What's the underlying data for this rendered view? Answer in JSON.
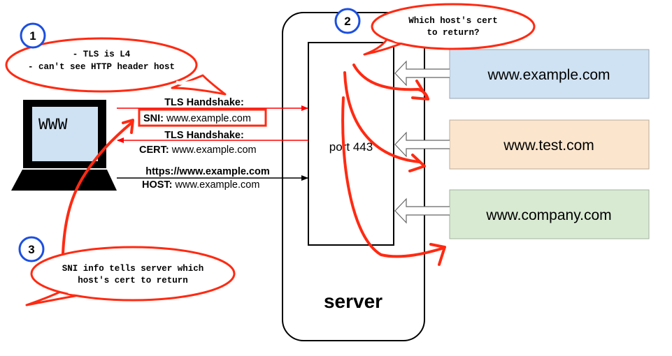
{
  "badges": {
    "one": "1",
    "two": "2",
    "three": "3"
  },
  "client": {
    "screen_text": "WWW"
  },
  "bubble_client": {
    "line1": "- TLS is L4",
    "line2": "- can't see HTTP header host"
  },
  "bubble_server": {
    "line1": "Which host's cert",
    "line2": "to return?"
  },
  "bubble_sni": {
    "line1": "SNI info tells server which",
    "line2": "host's cert to return"
  },
  "messages": {
    "handshake1_title": "TLS Handshake:",
    "sni_label": "SNI:",
    "sni_value": " www.example.com",
    "handshake2_title": "TLS Handshake:",
    "cert_label": "CERT:",
    "cert_value": " www.example.com",
    "https_url": "https://www.example.com",
    "host_label": "HOST:",
    "host_value": " www.example.com"
  },
  "server": {
    "port_label": "port 443",
    "label": "server"
  },
  "hosts": [
    {
      "name": "www.example.com",
      "fill": "#cfe2f3"
    },
    {
      "name": "www.test.com",
      "fill": "#fce5cd"
    },
    {
      "name": "www.company.com",
      "fill": "#d9ead3"
    }
  ],
  "colors": {
    "annotation_red": "#ff2a12",
    "badge_blue": "#1c4fe0",
    "arrow_red": "#ff0000"
  }
}
